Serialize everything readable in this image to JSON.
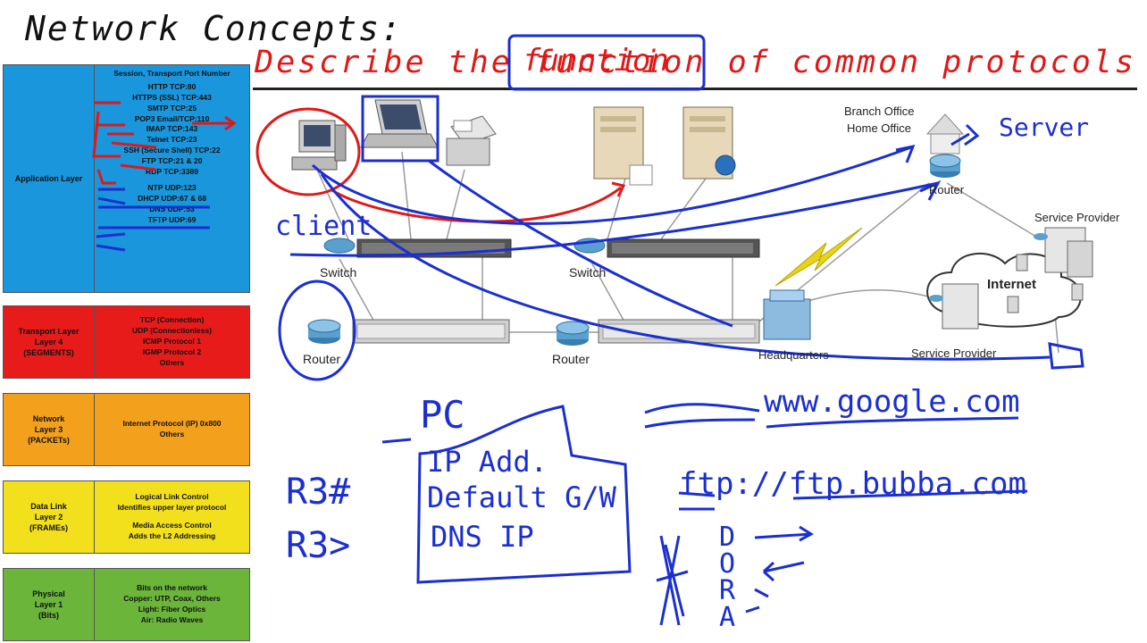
{
  "slide": {
    "title": "Network Concepts:",
    "subtitle": "Describe the function of common protocols"
  },
  "osi": [
    {
      "layer": "Application Layer",
      "header": "Session, Transport Port Number",
      "color": "#1a96dd",
      "protocols": [
        "HTTP TCP:80",
        "HTTPS (SSL) TCP:443",
        "SMTP TCP:25",
        "POP3 Email/TCP:110",
        "IMAP TCP:143",
        "Telnet TCP:23",
        "SSH (Secure Shell) TCP:22",
        "FTP TCP:21 & 20",
        "RDP TCP:3389",
        "NTP UDP:123",
        "DHCP UDP:67 & 68",
        "DNS UDP:53",
        "TFTP UDP:69"
      ]
    },
    {
      "layer": "Transport Layer\nLayer 4\n(SEGMENTS)",
      "color": "#e81b1b",
      "protocols": [
        "TCP (Connection)",
        "UDP (Connectionless)",
        "ICMP Protocol 1",
        "IGMP Protocol 2",
        "Others"
      ]
    },
    {
      "layer": "Network\nLayer 3\n(PACKETs)",
      "color": "#f3a01d",
      "protocols": [
        "Internet Protocol (IP) 0x800",
        "Others"
      ]
    },
    {
      "layer": "Data Link\nLayer 2\n(FRAMEs)",
      "color": "#f3e01d",
      "protocols": [
        "Logical Link Control",
        "Identifies upper layer protocol",
        "",
        "Media Access Control",
        "Adds the L2 Addressing"
      ]
    },
    {
      "layer": "Physical\nLayer 1\n(Bits)",
      "color": "#6ab53a",
      "protocols": [
        "Bits on the network",
        "Copper: UTP, Coax, Others",
        "Light: Fiber Optics",
        "Air: Radio Waves"
      ]
    }
  ],
  "diagram_labels": {
    "branch": "Branch Office",
    "home": "Home Office",
    "router_branch": "Router",
    "service_provider_top": "Service Provider",
    "internet": "Internet",
    "service_provider_bottom": "Service Provider",
    "switch_left": "Switch",
    "switch_right": "Switch",
    "router_left": "Router",
    "router_mid": "Router",
    "headquarters": "Headquarters"
  },
  "handwriting": {
    "function_word": "function",
    "server": "Server",
    "client": "client",
    "pc": "PC",
    "ip_add": "IP Add.",
    "default_gw": "Default G/W",
    "dns_ip": "DNS IP",
    "r3_priv": "R3#",
    "r3_user": "R3>",
    "url_google": "www.google.com",
    "url_ftp": "ftp://ftp.bubba.com",
    "dora": [
      "D",
      "O",
      "R",
      "A"
    ]
  },
  "colors": {
    "ink_blue": "#1b2fd0",
    "ink_red": "#e01818",
    "lightning": "#e8d21a"
  }
}
